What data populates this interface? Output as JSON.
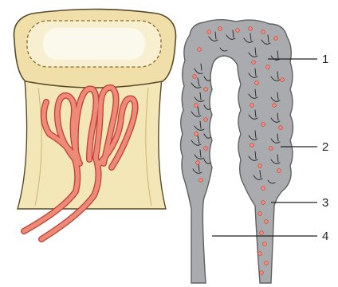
{
  "figure": {
    "colors": {
      "bone_cap": "#f0dfa8",
      "bone_cap_edge": "#5a4a2a",
      "marrow_center": "#fbf8ec",
      "dashed_edge": "#8a6a30",
      "shaft": "#f3e7b7",
      "vessel_fill": "#ee8a7a",
      "vessel_edge": "#c2402f",
      "tissue_fill": "#a9abae",
      "tissue_edge": "#5f6164",
      "cell_mark": "#2d2d2d",
      "red_dot": "#f08a7c",
      "callout_line": "#222222"
    },
    "callouts": [
      {
        "number": "1"
      },
      {
        "number": "2"
      },
      {
        "number": "3"
      },
      {
        "number": "4"
      }
    ]
  }
}
